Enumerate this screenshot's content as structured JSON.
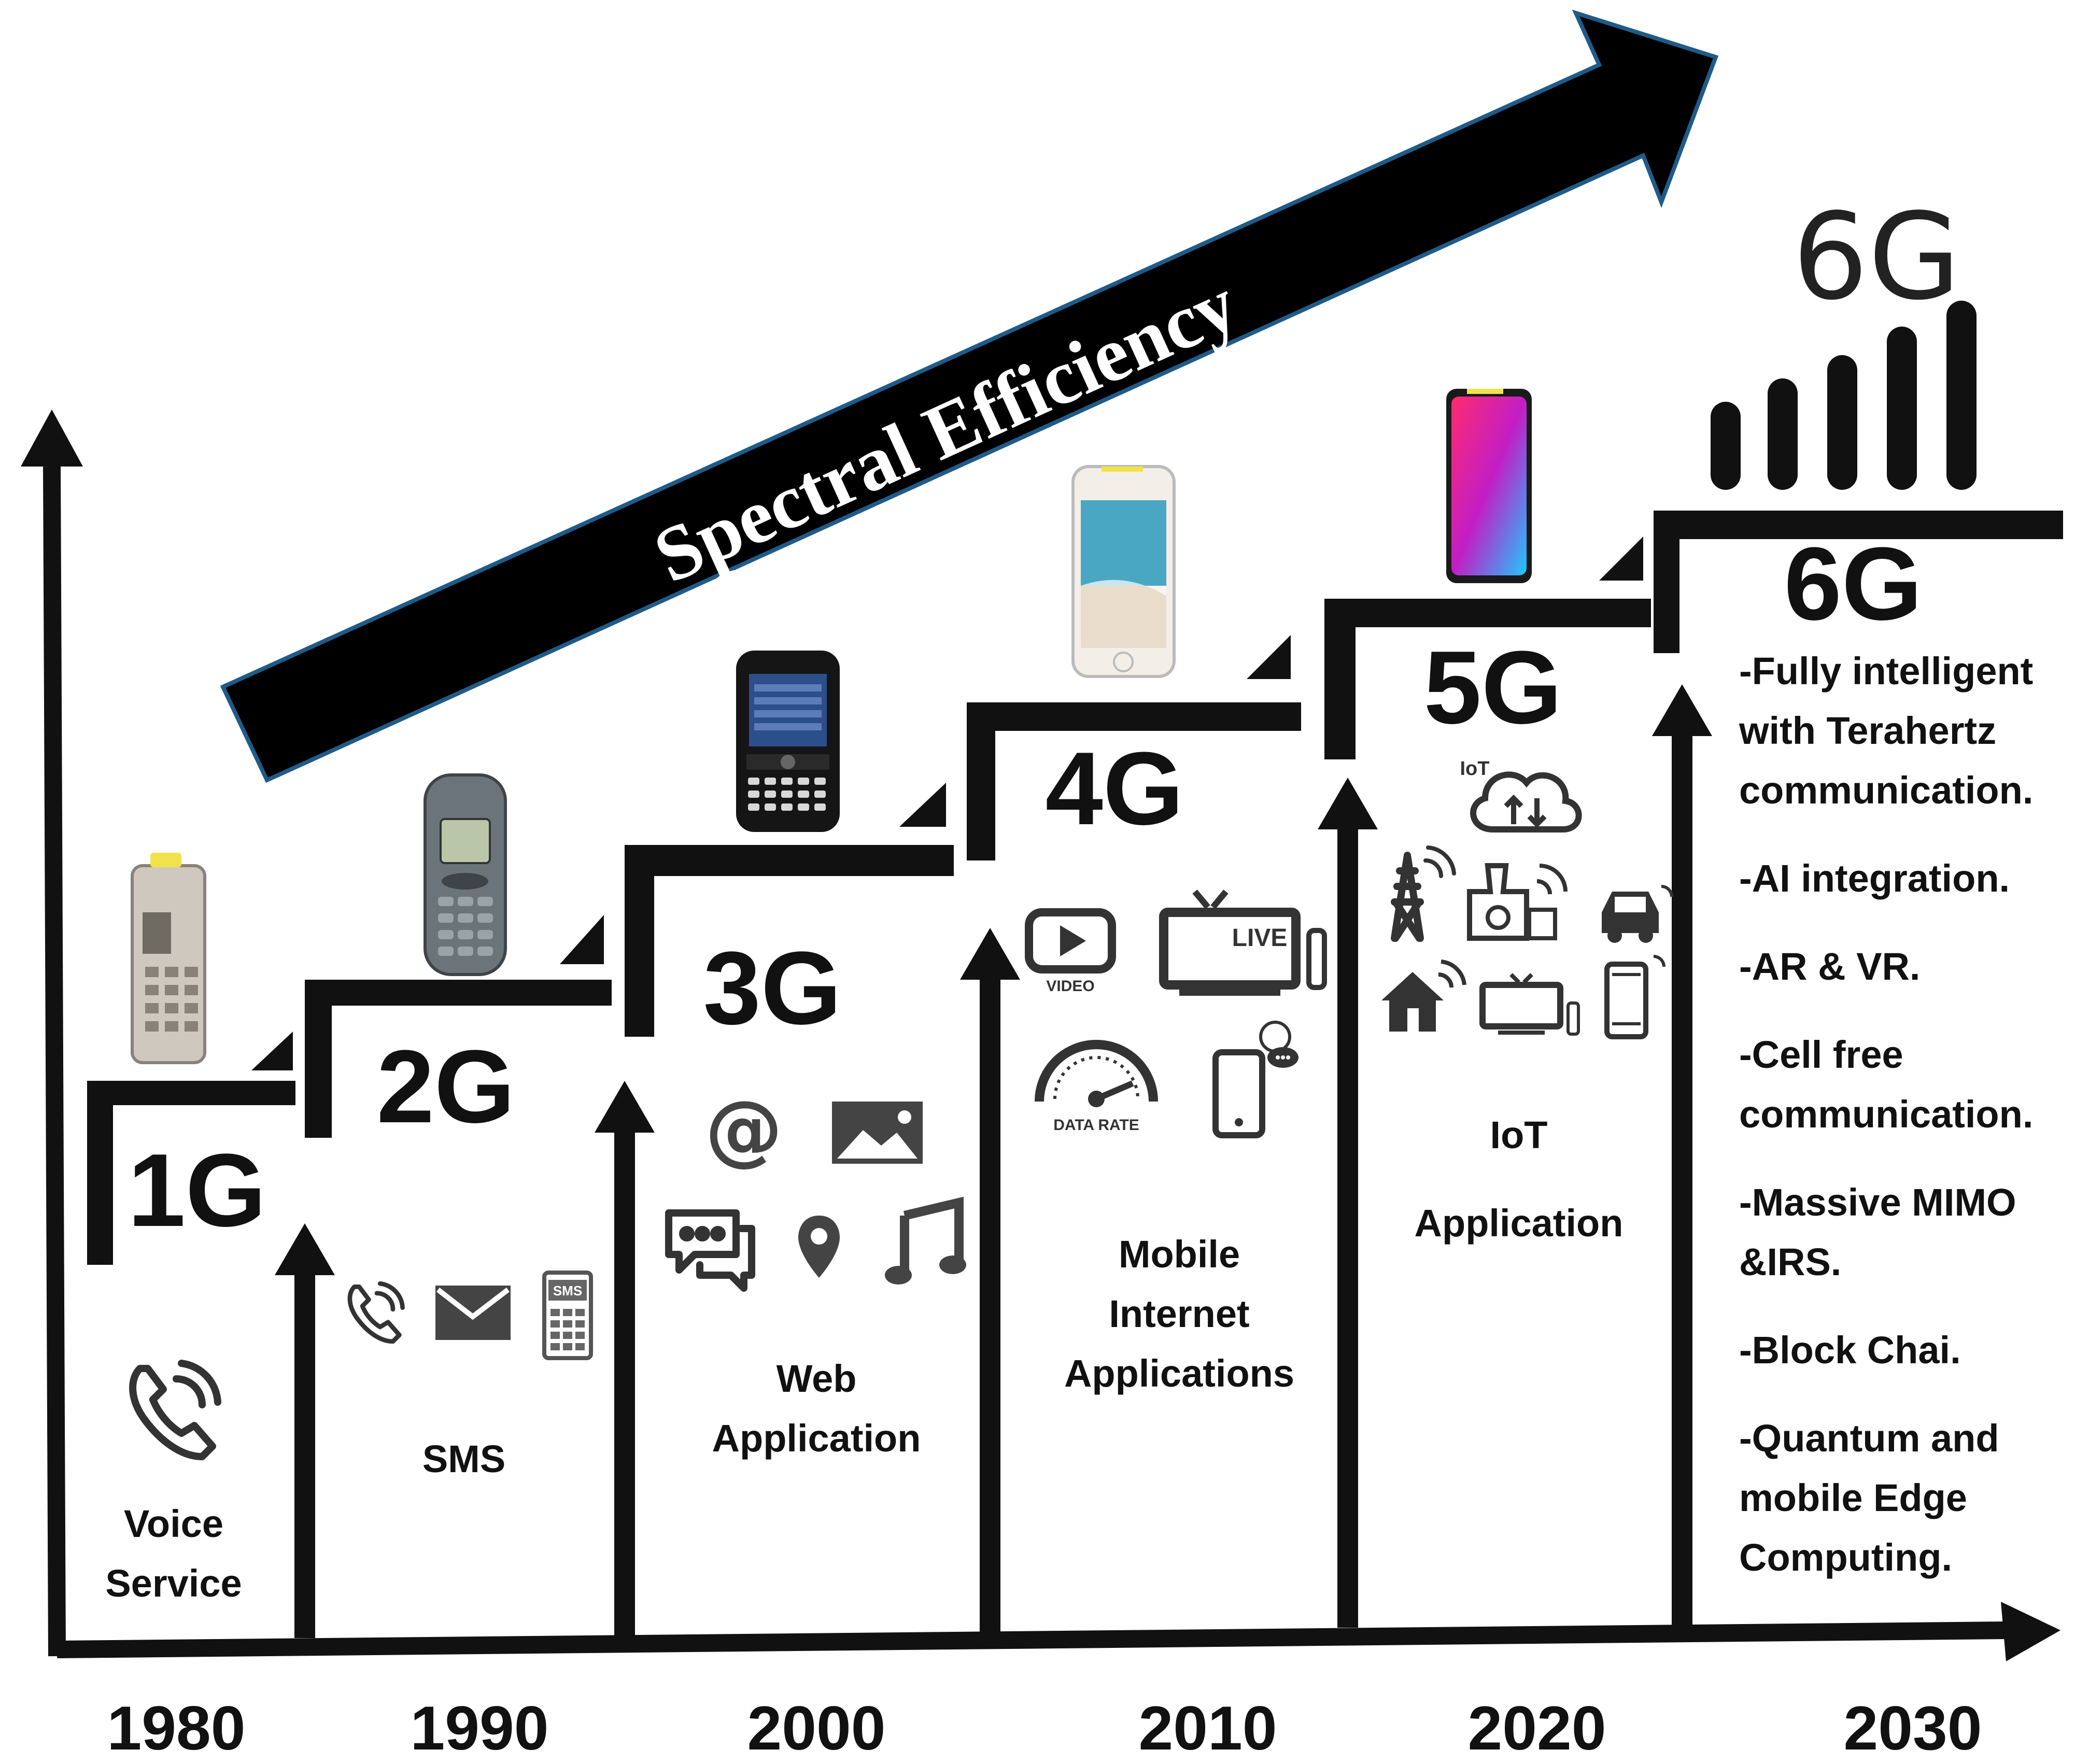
{
  "title_arrow": {
    "label": "Spectral Efficiency"
  },
  "generations": [
    {
      "gen": "1G",
      "year": "1980",
      "service_lines": [
        "Voice",
        "Service"
      ]
    },
    {
      "gen": "2G",
      "year": "1990",
      "service_lines": [
        "SMS"
      ]
    },
    {
      "gen": "3G",
      "year": "2000",
      "service_lines": [
        "Web",
        "Application"
      ]
    },
    {
      "gen": "4G",
      "year": "2010",
      "service_lines": [
        "Mobile",
        "Internet",
        "Applications"
      ]
    },
    {
      "gen": "5G",
      "year": "2020",
      "service_lines": [
        "IoT",
        "Application"
      ]
    },
    {
      "gen": "6G",
      "year": "2030",
      "service_lines": []
    }
  ],
  "six_g": {
    "signal_label": "6G",
    "feature_lines": [
      "-Fully intelligent",
      "with Terahertz",
      "communication.",
      "-AI integration.",
      "-AR & VR.",
      "-Cell free",
      "communication.",
      "-Massive MIMO",
      "&IRS.",
      "-Block Chai.",
      "-Quantum and",
      "mobile Edge",
      "Computing."
    ]
  },
  "icon_labels": {
    "sms_badge": "SMS",
    "live_badge": "LIVE",
    "video_caption": "VIDEO",
    "data_rate_caption": "DATA RATE",
    "iot_badge": "IoT"
  },
  "icons": [
    "phone-icon",
    "envelope-icon",
    "sms-phone-icon",
    "at-icon",
    "image-icon",
    "chat-icon",
    "location-icon",
    "music-icon",
    "video-play-icon",
    "live-tv-icon",
    "speedometer-icon",
    "smartphone-chat-icon",
    "iot-cloud-icon",
    "tower-icon",
    "factory-icon",
    "car-icon",
    "smart-home-icon",
    "smart-tv-icon",
    "smartphone-icon",
    "signal-bars-icon"
  ],
  "colors": {
    "ink": "#111111",
    "banner_border": "#1f5b88",
    "background": "#ffffff"
  }
}
